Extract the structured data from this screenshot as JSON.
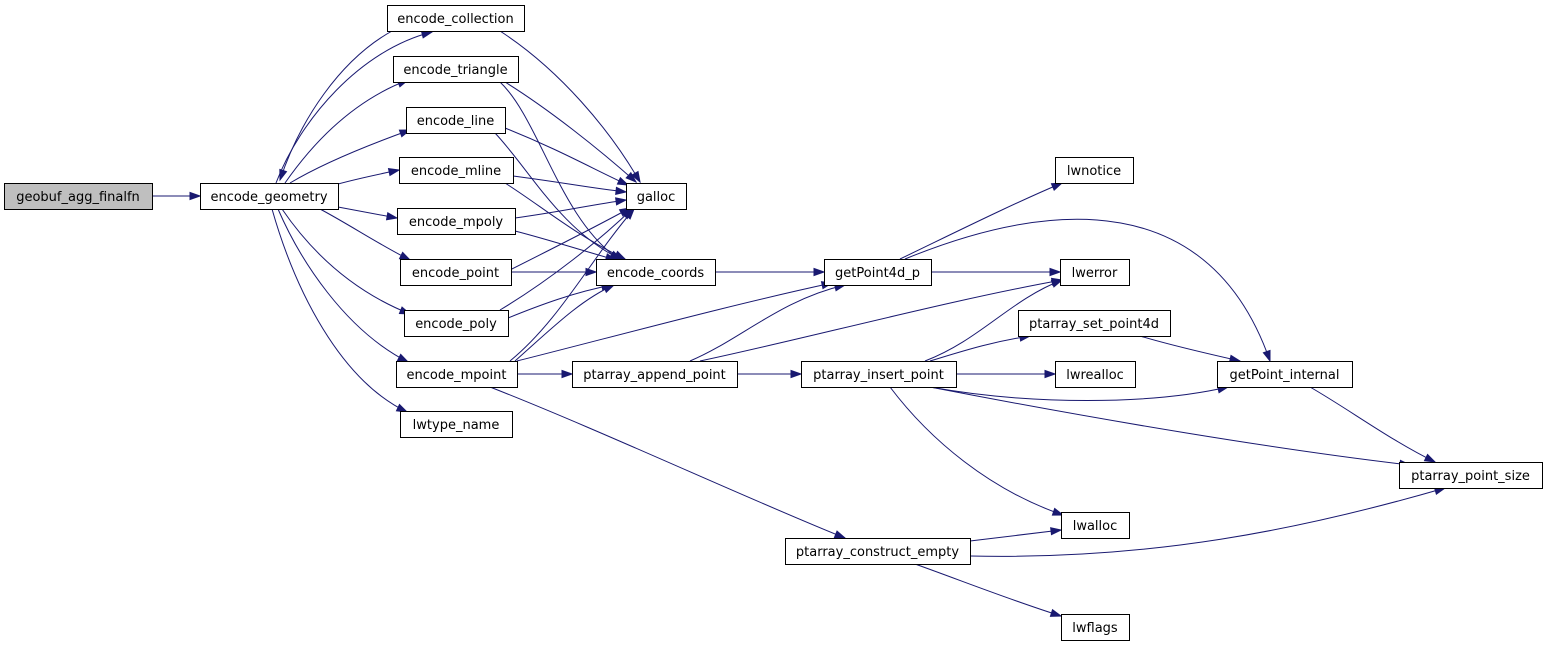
{
  "diagram": {
    "type": "call-graph",
    "edge_color": "#191970",
    "root_fill": "#bfbfbf",
    "nodes": [
      {
        "id": "geobuf_agg_finalfn",
        "label": "geobuf_agg_finalfn",
        "root": true
      },
      {
        "id": "encode_geometry",
        "label": "encode_geometry"
      },
      {
        "id": "encode_collection",
        "label": "encode_collection"
      },
      {
        "id": "encode_triangle",
        "label": "encode_triangle"
      },
      {
        "id": "encode_line",
        "label": "encode_line"
      },
      {
        "id": "encode_mline",
        "label": "encode_mline"
      },
      {
        "id": "encode_mpoly",
        "label": "encode_mpoly"
      },
      {
        "id": "encode_point",
        "label": "encode_point"
      },
      {
        "id": "encode_poly",
        "label": "encode_poly"
      },
      {
        "id": "encode_mpoint",
        "label": "encode_mpoint"
      },
      {
        "id": "lwtype_name",
        "label": "lwtype_name"
      },
      {
        "id": "galloc",
        "label": "galloc"
      },
      {
        "id": "encode_coords",
        "label": "encode_coords"
      },
      {
        "id": "ptarray_append_point",
        "label": "ptarray_append_point"
      },
      {
        "id": "getPoint4d_p",
        "label": "getPoint4d_p"
      },
      {
        "id": "ptarray_insert_point",
        "label": "ptarray_insert_point"
      },
      {
        "id": "ptarray_construct_empty",
        "label": "ptarray_construct_empty"
      },
      {
        "id": "lwnotice",
        "label": "lwnotice"
      },
      {
        "id": "lwerror",
        "label": "lwerror"
      },
      {
        "id": "ptarray_set_point4d",
        "label": "ptarray_set_point4d"
      },
      {
        "id": "lwrealloc",
        "label": "lwrealloc"
      },
      {
        "id": "lwalloc",
        "label": "lwalloc"
      },
      {
        "id": "lwflags",
        "label": "lwflags"
      },
      {
        "id": "getPoint_internal",
        "label": "getPoint_internal"
      },
      {
        "id": "ptarray_point_size",
        "label": "ptarray_point_size"
      }
    ],
    "edges": [
      {
        "from": "geobuf_agg_finalfn",
        "to": "encode_geometry"
      },
      {
        "from": "encode_geometry",
        "to": "encode_collection"
      },
      {
        "from": "encode_collection",
        "to": "encode_geometry"
      },
      {
        "from": "encode_collection",
        "to": "galloc"
      },
      {
        "from": "encode_geometry",
        "to": "encode_triangle"
      },
      {
        "from": "encode_triangle",
        "to": "galloc"
      },
      {
        "from": "encode_triangle",
        "to": "encode_coords"
      },
      {
        "from": "encode_geometry",
        "to": "encode_line"
      },
      {
        "from": "encode_line",
        "to": "galloc"
      },
      {
        "from": "encode_line",
        "to": "encode_coords"
      },
      {
        "from": "encode_geometry",
        "to": "encode_mline"
      },
      {
        "from": "encode_mline",
        "to": "galloc"
      },
      {
        "from": "encode_mline",
        "to": "encode_coords"
      },
      {
        "from": "encode_geometry",
        "to": "encode_mpoly"
      },
      {
        "from": "encode_mpoly",
        "to": "galloc"
      },
      {
        "from": "encode_mpoly",
        "to": "encode_coords"
      },
      {
        "from": "encode_geometry",
        "to": "encode_point"
      },
      {
        "from": "encode_point",
        "to": "galloc"
      },
      {
        "from": "encode_point",
        "to": "encode_coords"
      },
      {
        "from": "encode_geometry",
        "to": "encode_poly"
      },
      {
        "from": "encode_poly",
        "to": "galloc"
      },
      {
        "from": "encode_poly",
        "to": "encode_coords"
      },
      {
        "from": "encode_geometry",
        "to": "encode_mpoint"
      },
      {
        "from": "encode_geometry",
        "to": "lwtype_name"
      },
      {
        "from": "encode_mpoint",
        "to": "galloc"
      },
      {
        "from": "encode_mpoint",
        "to": "encode_coords"
      },
      {
        "from": "encode_mpoint",
        "to": "getPoint4d_p"
      },
      {
        "from": "encode_mpoint",
        "to": "ptarray_append_point"
      },
      {
        "from": "encode_mpoint",
        "to": "ptarray_construct_empty"
      },
      {
        "from": "encode_coords",
        "to": "getPoint4d_p"
      },
      {
        "from": "getPoint4d_p",
        "to": "lwnotice"
      },
      {
        "from": "getPoint4d_p",
        "to": "lwerror"
      },
      {
        "from": "getPoint4d_p",
        "to": "getPoint_internal"
      },
      {
        "from": "ptarray_append_point",
        "to": "getPoint4d_p"
      },
      {
        "from": "ptarray_append_point",
        "to": "lwerror"
      },
      {
        "from": "ptarray_append_point",
        "to": "ptarray_insert_point"
      },
      {
        "from": "ptarray_insert_point",
        "to": "lwerror"
      },
      {
        "from": "ptarray_insert_point",
        "to": "ptarray_set_point4d"
      },
      {
        "from": "ptarray_insert_point",
        "to": "lwrealloc"
      },
      {
        "from": "ptarray_insert_point",
        "to": "getPoint_internal"
      },
      {
        "from": "ptarray_insert_point",
        "to": "ptarray_point_size"
      },
      {
        "from": "ptarray_insert_point",
        "to": "lwalloc"
      },
      {
        "from": "ptarray_set_point4d",
        "to": "getPoint_internal"
      },
      {
        "from": "getPoint_internal",
        "to": "ptarray_point_size"
      },
      {
        "from": "ptarray_construct_empty",
        "to": "lwalloc"
      },
      {
        "from": "ptarray_construct_empty",
        "to": "ptarray_point_size"
      },
      {
        "from": "ptarray_construct_empty",
        "to": "lwflags"
      }
    ]
  }
}
